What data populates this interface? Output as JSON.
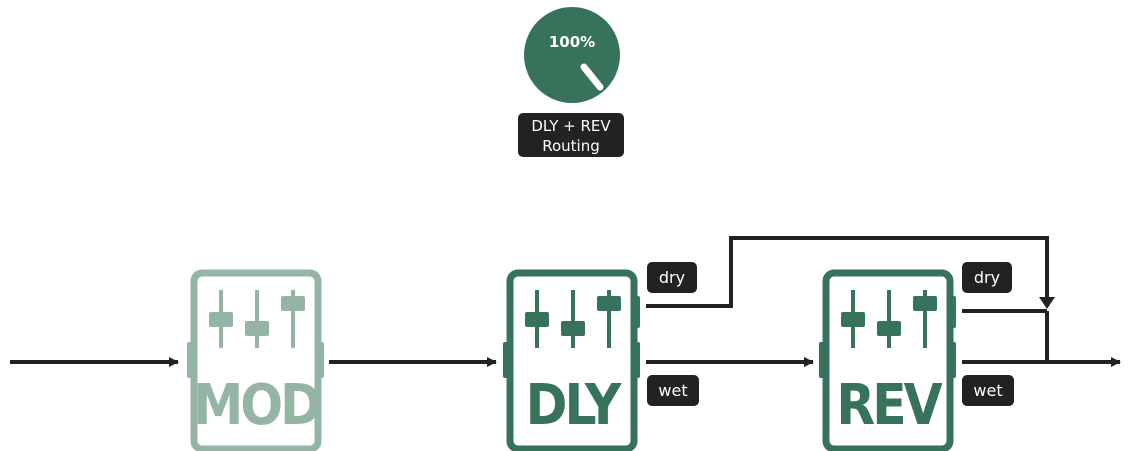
{
  "knob": {
    "value_label": "100%",
    "value_percent": 100,
    "caption_line1": "DLY + REV",
    "caption_line2": "Routing"
  },
  "pedals": [
    {
      "id": "mod",
      "label": "MOD",
      "state": "inactive"
    },
    {
      "id": "dly",
      "label": "DLY",
      "state": "active"
    },
    {
      "id": "rev",
      "label": "REV",
      "state": "active"
    }
  ],
  "signal_labels": {
    "dly_dry": "dry",
    "dly_wet": "wet",
    "rev_dry": "dry",
    "rev_wet": "wet"
  },
  "colors": {
    "accent": "#36735a",
    "inactive": "#94b5a4",
    "line": "#222222",
    "label_bg": "#222222"
  }
}
